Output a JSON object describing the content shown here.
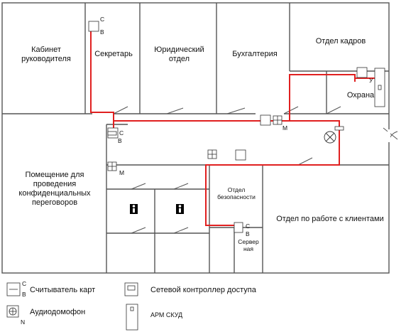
{
  "rooms": {
    "director": "Кабинет руководителя",
    "secretary": "Секретарь",
    "legal": "Юридический отдел",
    "accounting": "Бухгалтерия",
    "hr": "Отдел кадров",
    "security_post": "Охрана",
    "confidential": "Помещение для проведения конфиденциальных переговоров",
    "security_dept": "Отдел безопасности",
    "clients": "Отдел по работе с клиентами",
    "server": "Сервер ная"
  },
  "legend": {
    "card_reader": "Считыватель карт",
    "controller": "Сетевой контроллер доступа",
    "intercom": "Аудиодомофон",
    "workstation": "АРМ СКУД"
  },
  "device_marks": {
    "c": "С",
    "b": "В",
    "m": "М",
    "u": "У",
    "n": "N"
  },
  "colors": {
    "wall": "#555555",
    "cable": "#e02020",
    "device": "#333333"
  }
}
